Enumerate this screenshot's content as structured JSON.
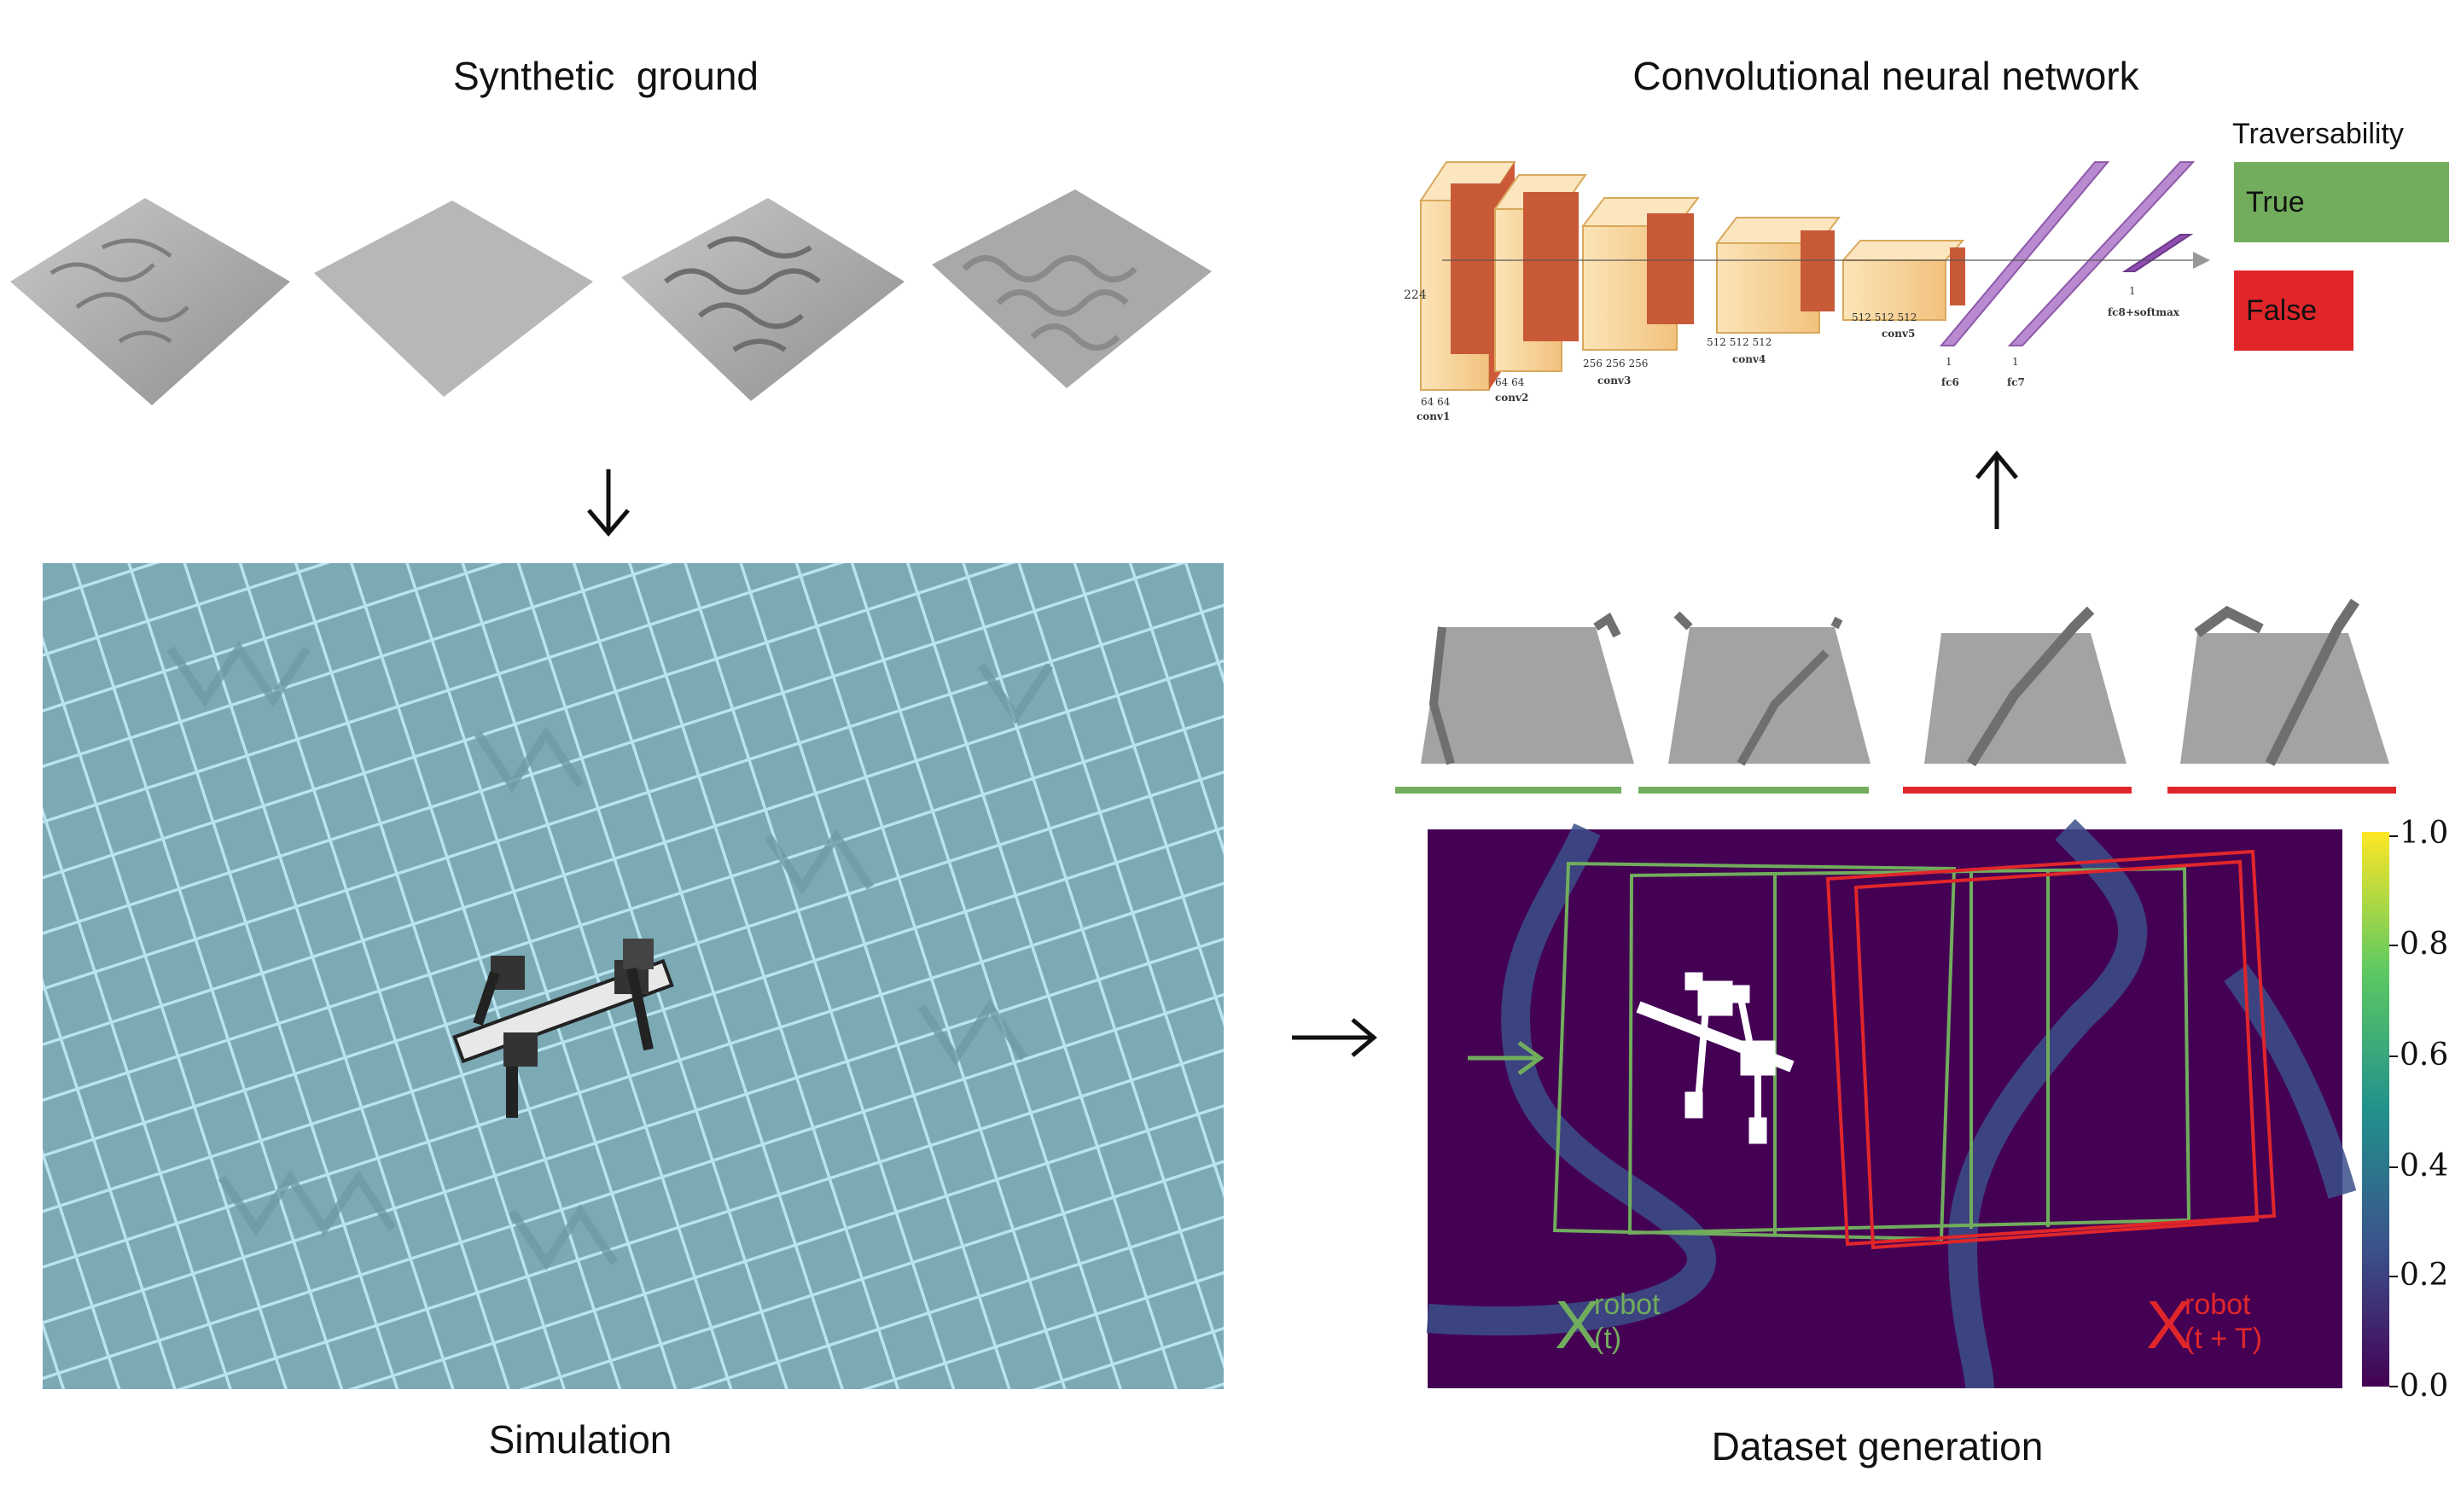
{
  "titles": {
    "synthetic_ground": "Synthetic  ground",
    "cnn": "Convolutional neural network",
    "simulation": "Simulation",
    "dataset_generation": "Dataset generation"
  },
  "legend": {
    "title": "Traversability",
    "items": [
      {
        "label": "True",
        "color": "#71ad5c"
      },
      {
        "label": "False",
        "color": "#e0262a"
      }
    ]
  },
  "cnn_labels": {
    "input_size": "224",
    "conv1_ch": "64 64",
    "conv1": "conv1",
    "conv2_ch": "64 64",
    "conv2": "conv2",
    "conv3_ch": "256  256  256",
    "conv3": "conv3",
    "conv4_ch": "512     512     512",
    "conv4": "conv4",
    "conv5_ch": "512     512     512",
    "conv5": "conv5",
    "fc6": "fc6",
    "fc7": "fc7",
    "fc8": "fc8+softmax",
    "one": "1"
  },
  "colorbar": {
    "ticks": [
      "1.0",
      "0.8",
      "0.6",
      "0.4",
      "0.2",
      "0.0"
    ],
    "colormap": "viridis"
  },
  "heatmap_labels": {
    "x_symbol": "X",
    "robot": "robot",
    "t": "(t)",
    "t_plus_T": "(t + T)",
    "green": "#71ad5c",
    "red": "#e0262a"
  },
  "patch_bars": [
    "#71ad5c",
    "#71ad5c",
    "#e0262a",
    "#e0262a"
  ],
  "arrows": [
    "down-arrow-icon",
    "up-arrow-icon",
    "right-arrow-icon"
  ]
}
